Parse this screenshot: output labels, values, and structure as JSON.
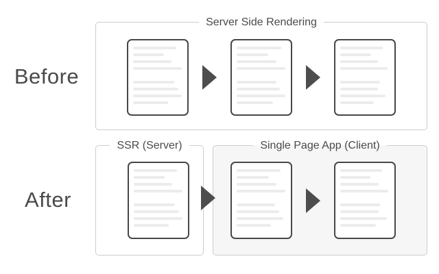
{
  "colors": {
    "page_bg": "#ffffff",
    "text": "#4a4a4a",
    "fieldset_border": "#cccccc",
    "doc_border": "#474747",
    "doc_line": "#ececec",
    "arrow": "#4d4d4d",
    "spa_background": "#f6f6f6"
  },
  "icons": {
    "arrow": "right-pointing-triangle",
    "document": "page-with-text-lines"
  },
  "before": {
    "label": "Before",
    "fieldset": {
      "legend": "Server Side Rendering"
    },
    "documents": [
      {
        "lines": [
          88,
          63,
          78,
          98,
          84,
          92,
          98,
          71
        ]
      },
      {
        "lines": [
          90,
          64,
          80,
          99,
          80,
          88,
          99,
          73
        ]
      },
      {
        "lines": [
          86,
          62,
          76,
          96,
          80,
          76,
          92,
          68
        ]
      }
    ]
  },
  "after": {
    "label": "After",
    "ssr_fieldset": {
      "legend": "SSR (Server)",
      "documents": [
        {
          "lines": [
            88,
            63,
            78,
            98,
            84,
            92,
            98,
            71
          ]
        }
      ]
    },
    "spa_fieldset": {
      "legend": "Single Page App (Client)",
      "documents": [
        {
          "lines": [
            89,
            65,
            80,
            98,
            78,
            86,
            95,
            70
          ]
        },
        {
          "lines": [
            85,
            61,
            78,
            97,
            80,
            78,
            94,
            72
          ]
        }
      ]
    }
  }
}
